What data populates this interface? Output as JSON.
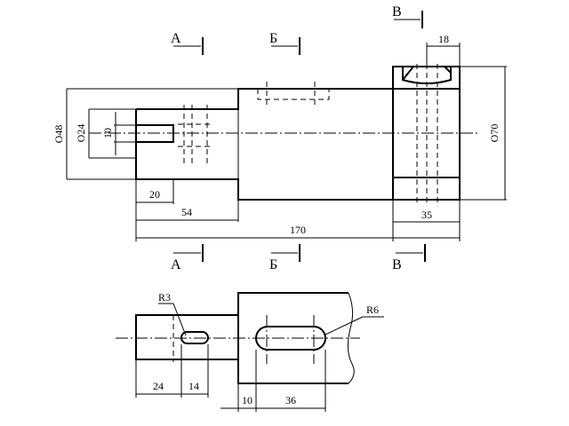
{
  "sections": {
    "a": "А",
    "b": "Б",
    "v": "В"
  },
  "front_view_dims": {
    "d48": "O48",
    "d24": "O24",
    "d10": "10",
    "d70": "O70",
    "len20": "20",
    "len54": "54",
    "len170": "170",
    "len35": "35",
    "len18": "18"
  },
  "top_view_dims": {
    "r3": "R3",
    "r6": "R6",
    "len24": "24",
    "len14": "14",
    "len10": "10",
    "len36": "36"
  }
}
